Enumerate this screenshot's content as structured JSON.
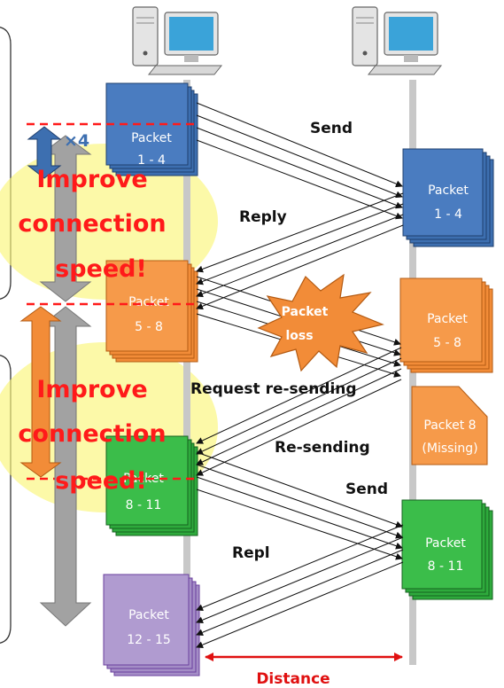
{
  "labels": {
    "send": "Send",
    "reply": "Reply",
    "request": "Request re-sending",
    "resending": "Re-sending",
    "send2": "Send",
    "repl": "Repl",
    "distance": "Distance",
    "times4": "×4",
    "loss_line1": "Packet",
    "loss_line2": "loss"
  },
  "callout_top": {
    "line1": "Improve",
    "line2": "connection",
    "line3": "speed!"
  },
  "callout_bottom": {
    "line1": "Improve",
    "line2": "connection",
    "line3": "speed!"
  },
  "packets_left": [
    {
      "line1": "Packet",
      "line2": "1 - 4",
      "color": "#3d6fb0"
    },
    {
      "line1": "Packet",
      "line2": "5 - 8",
      "color": "#f28c38"
    },
    {
      "line1": "Packet",
      "line2": "8 - 11",
      "color": "#2eaa3c"
    },
    {
      "line1": "Packet",
      "line2": "12 - 15",
      "color": "#a48dc6"
    }
  ],
  "packets_right": [
    {
      "line1": "Packet",
      "line2": "1 - 4",
      "color": "#3d6fb0"
    },
    {
      "line1": "Packet",
      "line2": "5 - 8",
      "color": "#f28c38"
    },
    {
      "line1": "Packet",
      "line2": "8 - 11",
      "color": "#2eaa3c"
    }
  ],
  "missing_packet": {
    "line1": "Packet 8",
    "line2": "(Missing)",
    "color": "#f28c38"
  },
  "colors": {
    "accent_red": "#ff1a1a",
    "highlight": "#fbf67a",
    "timeline": "#c8c8c8"
  }
}
